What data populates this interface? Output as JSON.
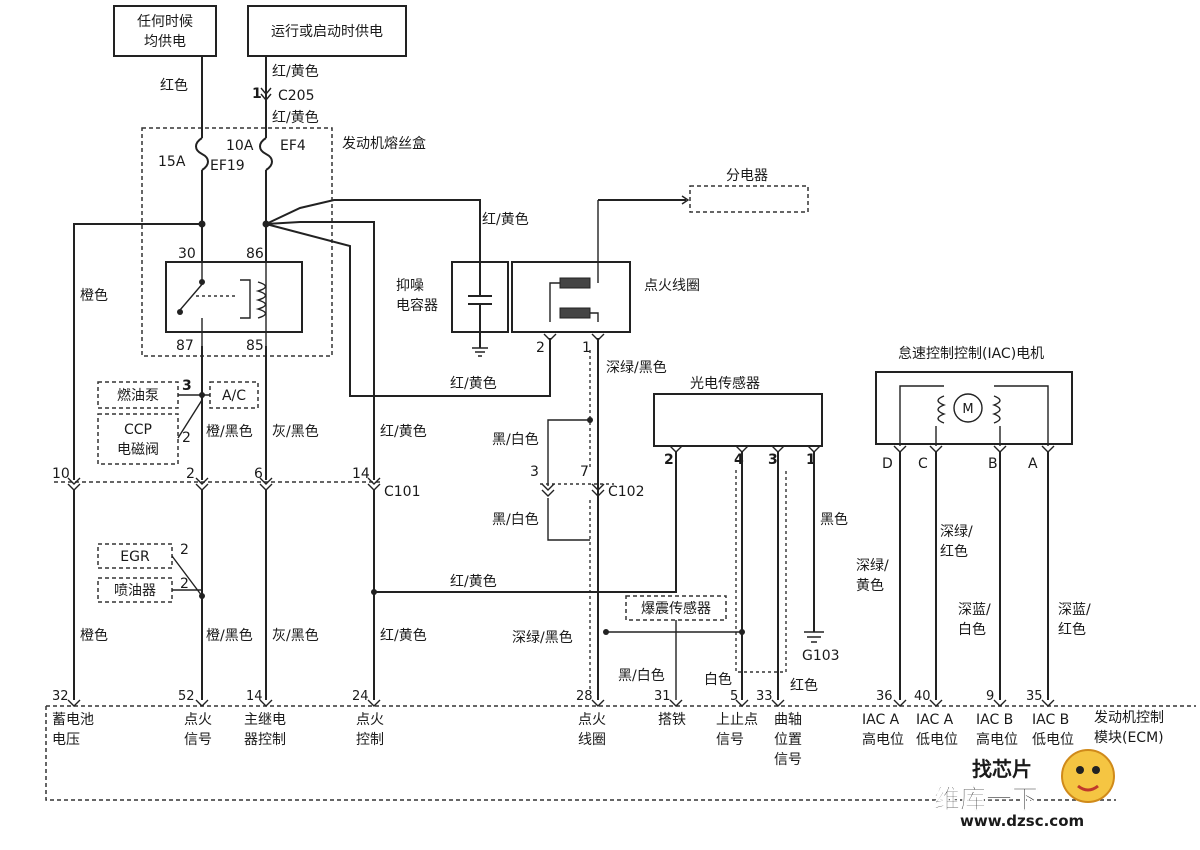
{
  "supplies": {
    "always": [
      "任何时候",
      "均供电"
    ],
    "run": "运行或启动时供电"
  },
  "fusebox": {
    "title": "发动机熔丝盒",
    "f1_amp": "15A",
    "f1_name": "EF19",
    "f2_amp": "10A",
    "f2_name": "EF4",
    "c205": "C205",
    "c205_pin": "1"
  },
  "relay": {
    "p30": "30",
    "p86": "86",
    "p87": "87",
    "p85": "85"
  },
  "wires": {
    "red": "红色",
    "red_yellow": "红/黄色",
    "orange": "橙色",
    "orange_black": "橙/黑色",
    "gray_black": "灰/黑色",
    "black_white": "黑/白色",
    "dkgreen_black": "深绿/黑色",
    "black": "黑色",
    "white": "白色",
    "dkgreen_yellow": [
      "深绿/",
      "黄色"
    ],
    "dkgreen_red": [
      "深绿/",
      "红色"
    ],
    "dkblue_white": [
      "深蓝/",
      "白色"
    ],
    "dkblue_red": [
      "深蓝/",
      "红色"
    ]
  },
  "components": {
    "distributor": "分电器",
    "capacitor": [
      "抑噪",
      "电容器"
    ],
    "ignition_coil": "点火线圈",
    "optical_sensor": "光电传感器",
    "knock_sensor": "爆震传感器",
    "iac_motor": "怠速控制控制(IAC)电机",
    "motor_symbol": "M",
    "fuel_pump": "燃油泵",
    "ac": "A/C",
    "ccp": [
      "CCP",
      "电磁阀"
    ],
    "egr": "EGR",
    "injector": "喷油器"
  },
  "connectors": {
    "c101": "C101",
    "c102": "C102",
    "g103": "G103"
  },
  "pins": {
    "coil2": "2",
    "coil1": "1",
    "c101_10": "10",
    "c101_2": "2",
    "c101_6": "6",
    "c101_14": "14",
    "c102_3": "3",
    "c102_7": "7",
    "fp3": "3",
    "ccp2": "2",
    "egr2": "2",
    "inj2": "2",
    "opt2": "2",
    "opt4": "4",
    "opt3": "3",
    "opt1": "1",
    "iac_d": "D",
    "iac_c": "C",
    "iac_b": "B",
    "iac_a": "A"
  },
  "ecm": {
    "title": [
      "发动机控制",
      "模块(ECM)"
    ],
    "pins": [
      "32",
      "52",
      "14",
      "24",
      "28",
      "31",
      "5",
      "33",
      "36",
      "40",
      "9",
      "35"
    ],
    "labels": [
      [
        "蓄电池",
        "电压"
      ],
      [
        "点火",
        "信号"
      ],
      [
        "主继电",
        "器控制"
      ],
      [
        "点火",
        "控制"
      ],
      [
        "点火",
        "线圈"
      ],
      [
        "搭铁"
      ],
      [
        "上止点",
        "信号"
      ],
      [
        "曲轴",
        "位置",
        "信号"
      ],
      [
        "IAC A",
        "高电位"
      ],
      [
        "IAC A",
        "低电位"
      ],
      [
        "IAC B",
        "高电位"
      ],
      [
        "IAC B",
        "低电位"
      ]
    ]
  },
  "watermark": {
    "brand": "维库一下",
    "top": "找芯片",
    "url": "www.dzsc.com"
  }
}
